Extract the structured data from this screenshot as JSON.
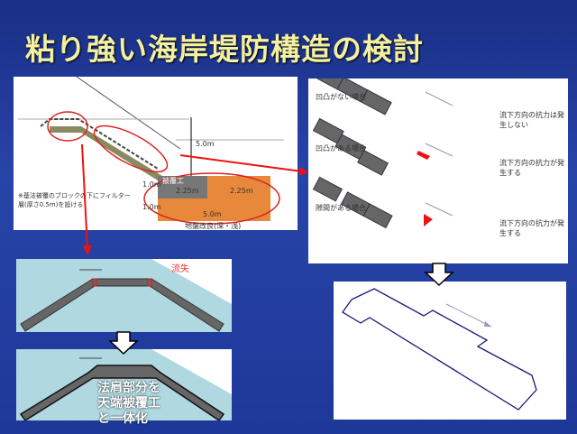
{
  "title": "粘り強い海岸堤防構造の検討",
  "section_cross": {
    "note": "※基法被覆のブロックの下にフィルター層(厚さ0.5m)を設ける",
    "height": "5.0m",
    "h1": "1.0m",
    "h2": "1.0m",
    "w1": "2.25m",
    "w2": "2.25m",
    "w_total": "5.0m",
    "label_block": "被覆工",
    "label_ground": "地盤改良(深・浅)"
  },
  "cases": [
    {
      "label": "凹凸がない場合",
      "result": "流下方向の抗力は発生しない"
    },
    {
      "label": "凹凸がある場合",
      "result": "流下方向の抗力が発生する"
    },
    {
      "label": "隙間がある場合",
      "result": "流下方向の抗力が発生する"
    }
  ],
  "loss_label": "流失",
  "solution_text": [
    "法肩部分を",
    "天端被覆工",
    "と一体化"
  ]
}
